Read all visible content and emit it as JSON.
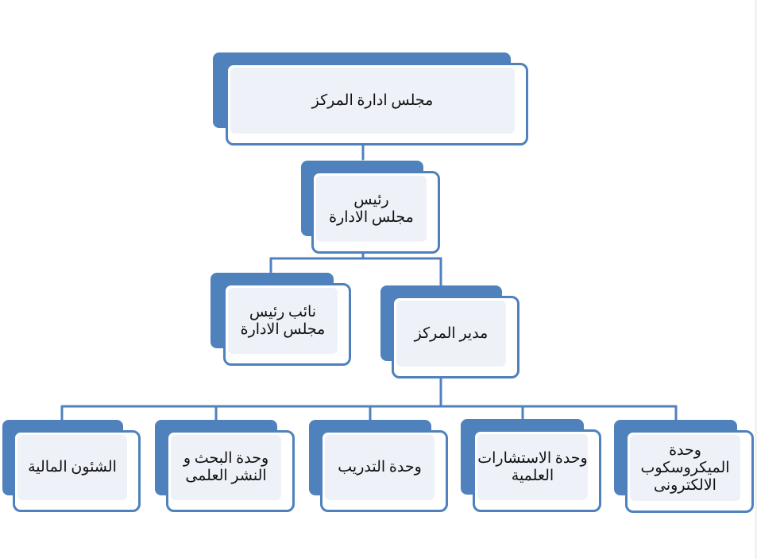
{
  "diagram": {
    "colors": {
      "accent": "#4f81bd",
      "fill": "#eef2f8",
      "connector": "#4f81bd"
    },
    "nodes": {
      "board": {
        "label": "مجلس ادارة المركز"
      },
      "chairman": {
        "label": "رئيس\nمجلس الادارة"
      },
      "vice_chairman": {
        "label": "نائب رئيس\nمجلس الادارة"
      },
      "director": {
        "label": "مدير المركز"
      },
      "finance": {
        "label": "الشئون المالية"
      },
      "research": {
        "label": "وحدة البحث و\nالنشر العلمى"
      },
      "training": {
        "label": "وحدة التدريب"
      },
      "consulting": {
        "label": "وحدة الاستشارات\nالعلمية"
      },
      "microscope": {
        "label": "وحدة\nالميكروسكوب\nالالكترونى"
      }
    }
  }
}
